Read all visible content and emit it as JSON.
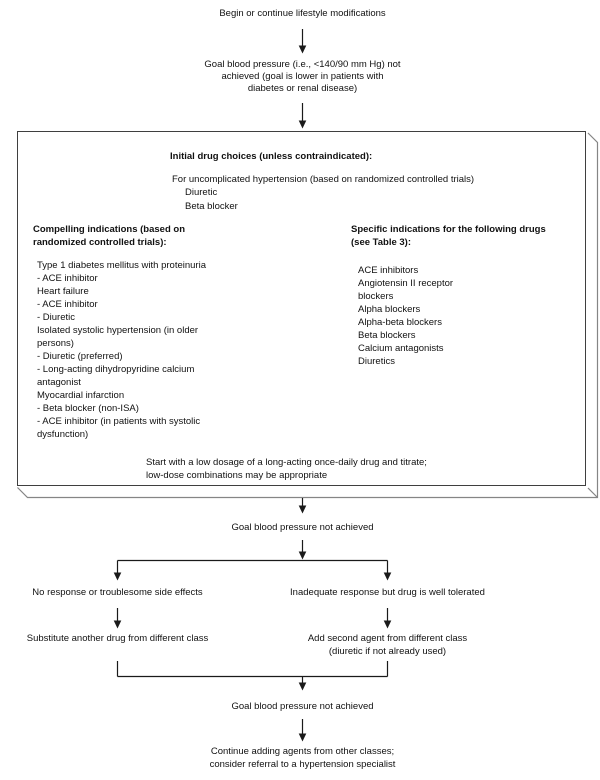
{
  "colors": {
    "text": "#111111",
    "line": "#1a1a1a",
    "box_border": "#3f3f3f",
    "box_shadow": "#858585",
    "background": "#ffffff"
  },
  "flow": {
    "begin": "Begin or continue lifestyle modifications",
    "goal_long_lines": [
      "Goal blood pressure (i.e., <140/90 mm Hg) not",
      "achieved (goal is lower in patients with",
      "diabetes or renal disease)"
    ],
    "goal_after_box": "Goal blood pressure not achieved",
    "left_branch": {
      "condition": "No response or troublesome side effects",
      "action": "Substitute another drug from different class"
    },
    "right_branch": {
      "condition": "Inadequate response but drug is well tolerated",
      "action_lines": [
        "Add second agent from different class",
        "(diuretic if not already used)"
      ]
    },
    "goal_after_branches": "Goal blood pressure not achieved",
    "final_lines": [
      "Continue adding agents from other classes;",
      "consider referral to a hypertension specialist"
    ]
  },
  "drug_box": {
    "title": "Initial drug choices (unless contraindicated):",
    "uncomplicated_intro": "For uncomplicated hypertension (based on randomized controlled trials)",
    "uncomplicated_drugs": [
      "Diuretic",
      "Beta blocker"
    ],
    "compelling_heading_lines": [
      "Compelling indications (based on",
      "randomized controlled trials):"
    ],
    "compelling_lines": [
      "Type 1 diabetes mellitus with proteinuria",
      "- ACE inhibitor",
      "Heart failure",
      "- ACE inhibitor",
      "- Diuretic",
      "Isolated systolic hypertension (in older",
      "persons)",
      "- Diuretic (preferred)",
      "- Long-acting dihydropyridine calcium",
      "antagonist",
      "Myocardial infarction",
      "- Beta blocker (non-ISA)",
      "- ACE inhibitor (in patients with systolic",
      "dysfunction)"
    ],
    "specific_heading_lines": [
      "Specific indications for the following drugs",
      "(see Table 3):"
    ],
    "specific_lines": [
      "ACE inhibitors",
      "Angiotensin II receptor",
      "blockers",
      "Alpha blockers",
      "Alpha-beta blockers",
      "Beta blockers",
      "Calcium antagonists",
      "Diuretics"
    ],
    "footer_lines": [
      "Start with a low dosage of a long-acting once-daily drug and titrate;",
      "low-dose combinations may be appropriate"
    ]
  }
}
